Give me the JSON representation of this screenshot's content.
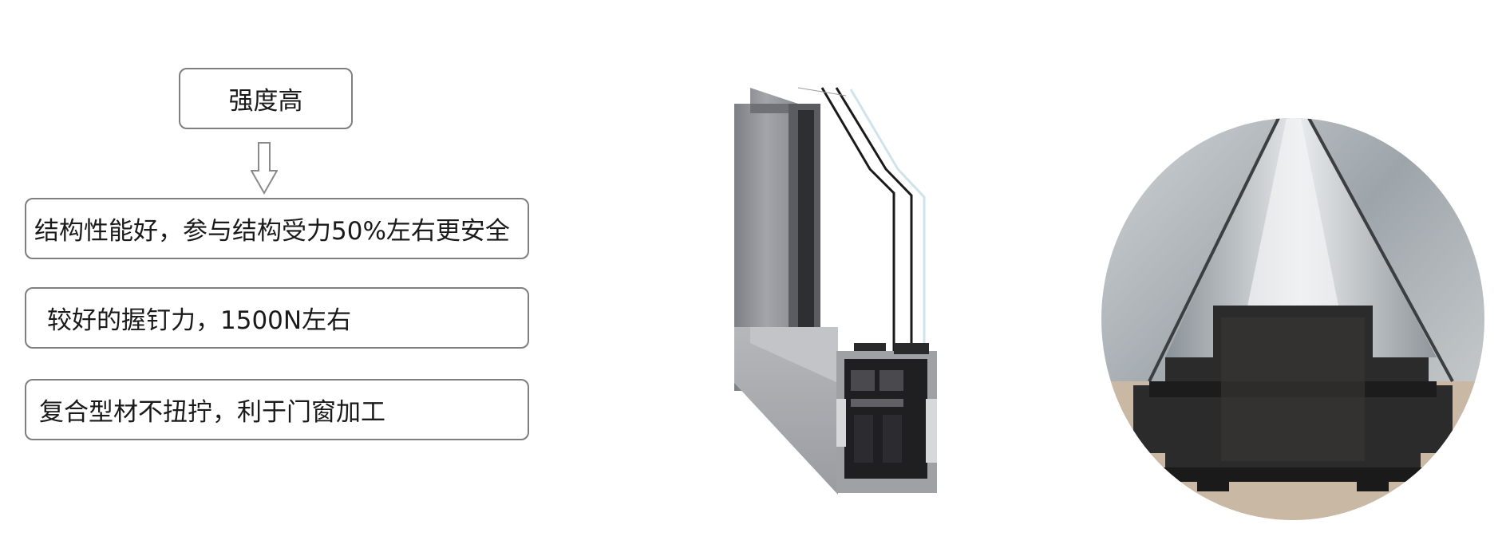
{
  "features": {
    "title": "强度高",
    "items": [
      {
        "label": "结构性能好，参与结构受力50%左右更安全"
      },
      {
        "label": "较好的握钉力，1500N左右"
      },
      {
        "label": "复合型材不扭拧，利于门窗加工"
      }
    ]
  },
  "images": {
    "window_frame": "window-frame-cross-section-image",
    "profile_core": "composite-profile-core-photo"
  },
  "colors": {
    "box_border": "#7f7f7f",
    "frame_gray": "#8e9096",
    "core_dark": "#2b2b2b"
  }
}
